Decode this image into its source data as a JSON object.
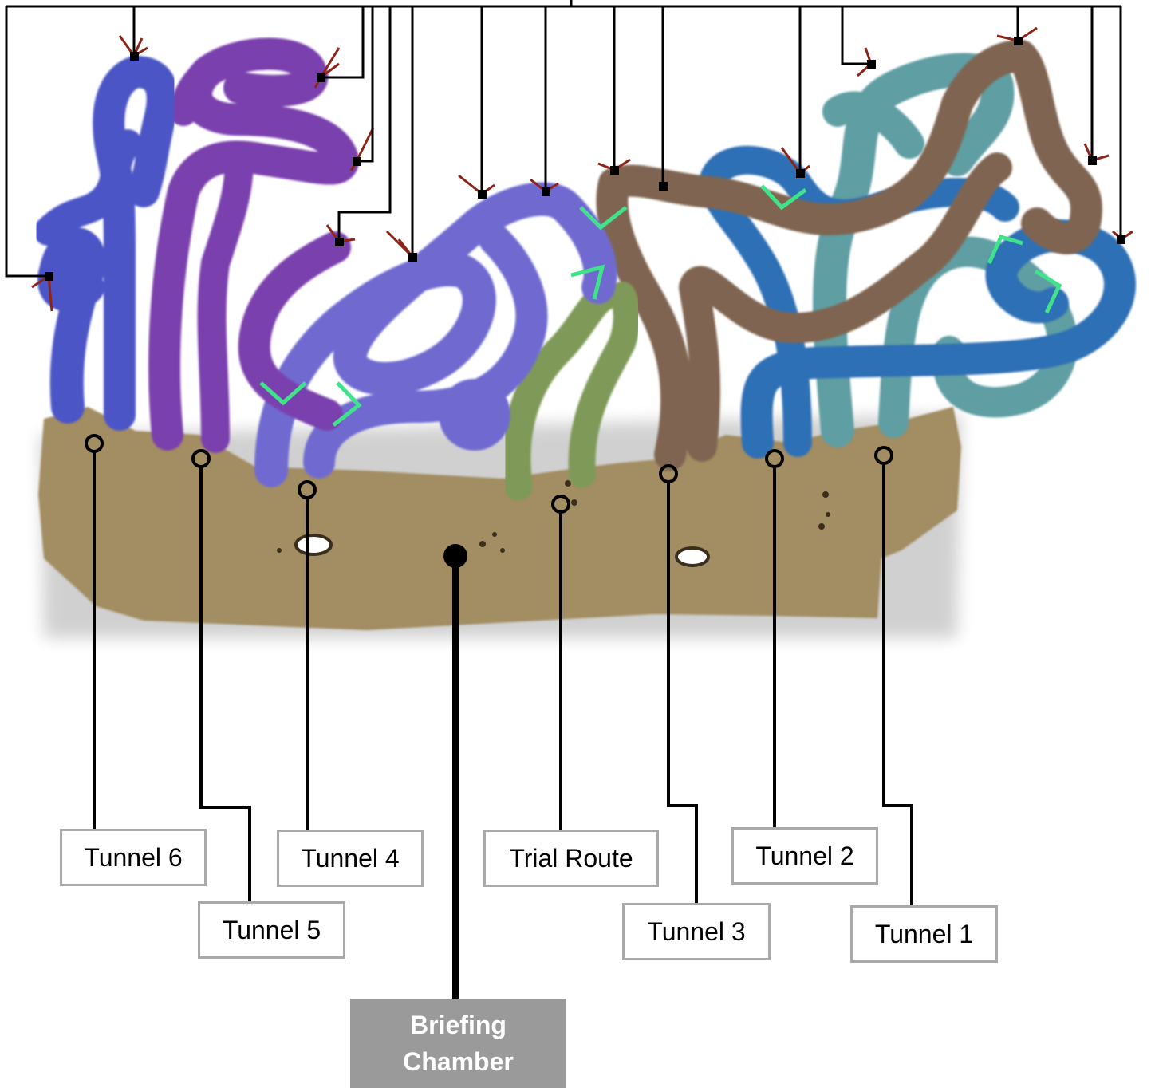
{
  "labels": {
    "tunnel_6": "Tunnel 6",
    "tunnel_5": "Tunnel 5",
    "tunnel_4": "Tunnel 4",
    "trial_route": "Trial Route",
    "tunnel_3": "Tunnel 3",
    "tunnel_2": "Tunnel 2",
    "tunnel_1": "Tunnel 1",
    "briefing_chamber_line1": "Briefing",
    "briefing_chamber_line2": "Chamber"
  },
  "colors": {
    "base": "#a38d62",
    "tunnel_6": "#4b55c6",
    "tunnel_5": "#7a3fae",
    "tunnel_4": "#6f6ad0",
    "trial_route": "#7f9a58",
    "tunnel_3": "#7f6551",
    "tunnel_2": "#2f6fb5",
    "tunnel_1": "#5e9ea3",
    "marker_green": "#3fe38a",
    "leader": "#000000"
  }
}
